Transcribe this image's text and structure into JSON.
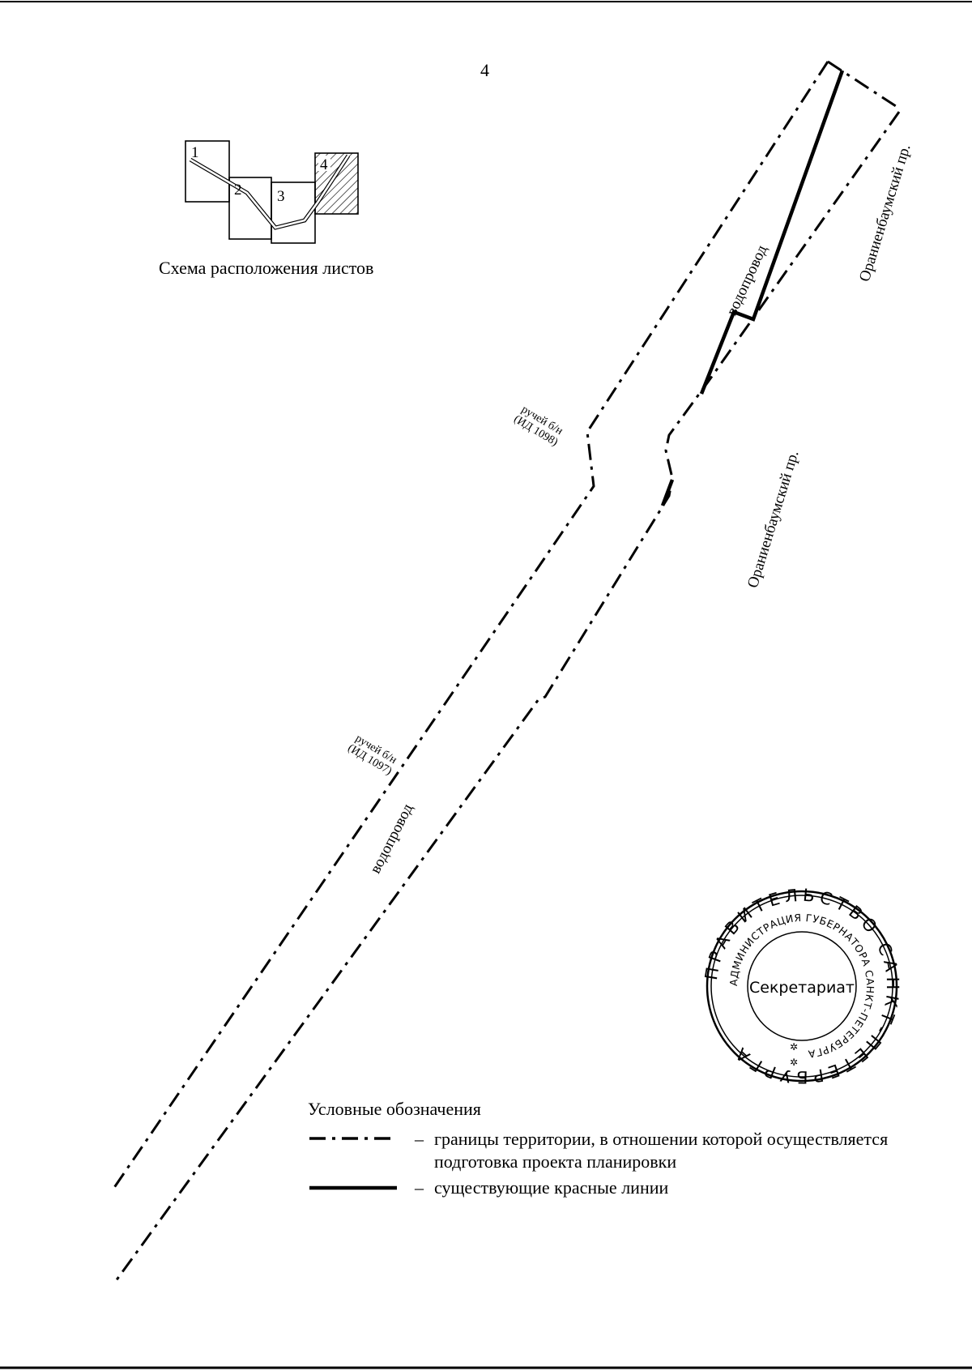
{
  "page": {
    "number": "4"
  },
  "sheet_scheme": {
    "title": "Схема расположения листов",
    "sheets": [
      "1",
      "2",
      "3",
      "4"
    ],
    "current_sheet": "4"
  },
  "map_labels": {
    "water_pipe": "водопровод",
    "street": "Ораниенбаумский пр.",
    "stream_1098": {
      "line1": "ручей б/н",
      "line2": "(ИД 1098)"
    },
    "stream_1097": {
      "line1": "ручей б/н",
      "line2": "(ИД 1097)"
    }
  },
  "legend": {
    "title": "Условные обозначения",
    "items": [
      {
        "symbol": "dash-dot-line",
        "dash": "–",
        "lines": [
          "границы территории, в отношении которой осуществляется",
          "подготовка проекта планировки"
        ]
      },
      {
        "symbol": "solid-line",
        "dash": "–",
        "lines": [
          "существующие красные линии"
        ]
      }
    ]
  },
  "stamp": {
    "center_text": "Секретариат",
    "outer_ring": "ПРАВИТЕЛЬСТВО САНКТ-ПЕТЕРБУРГА",
    "inner_ring": "АДМИНИСТРАЦИЯ ГУБЕРНАТОРА САНКТ-ПЕТЕРБУРГА"
  },
  "colors": {
    "ink": "#000000",
    "paper": "#ffffff"
  }
}
